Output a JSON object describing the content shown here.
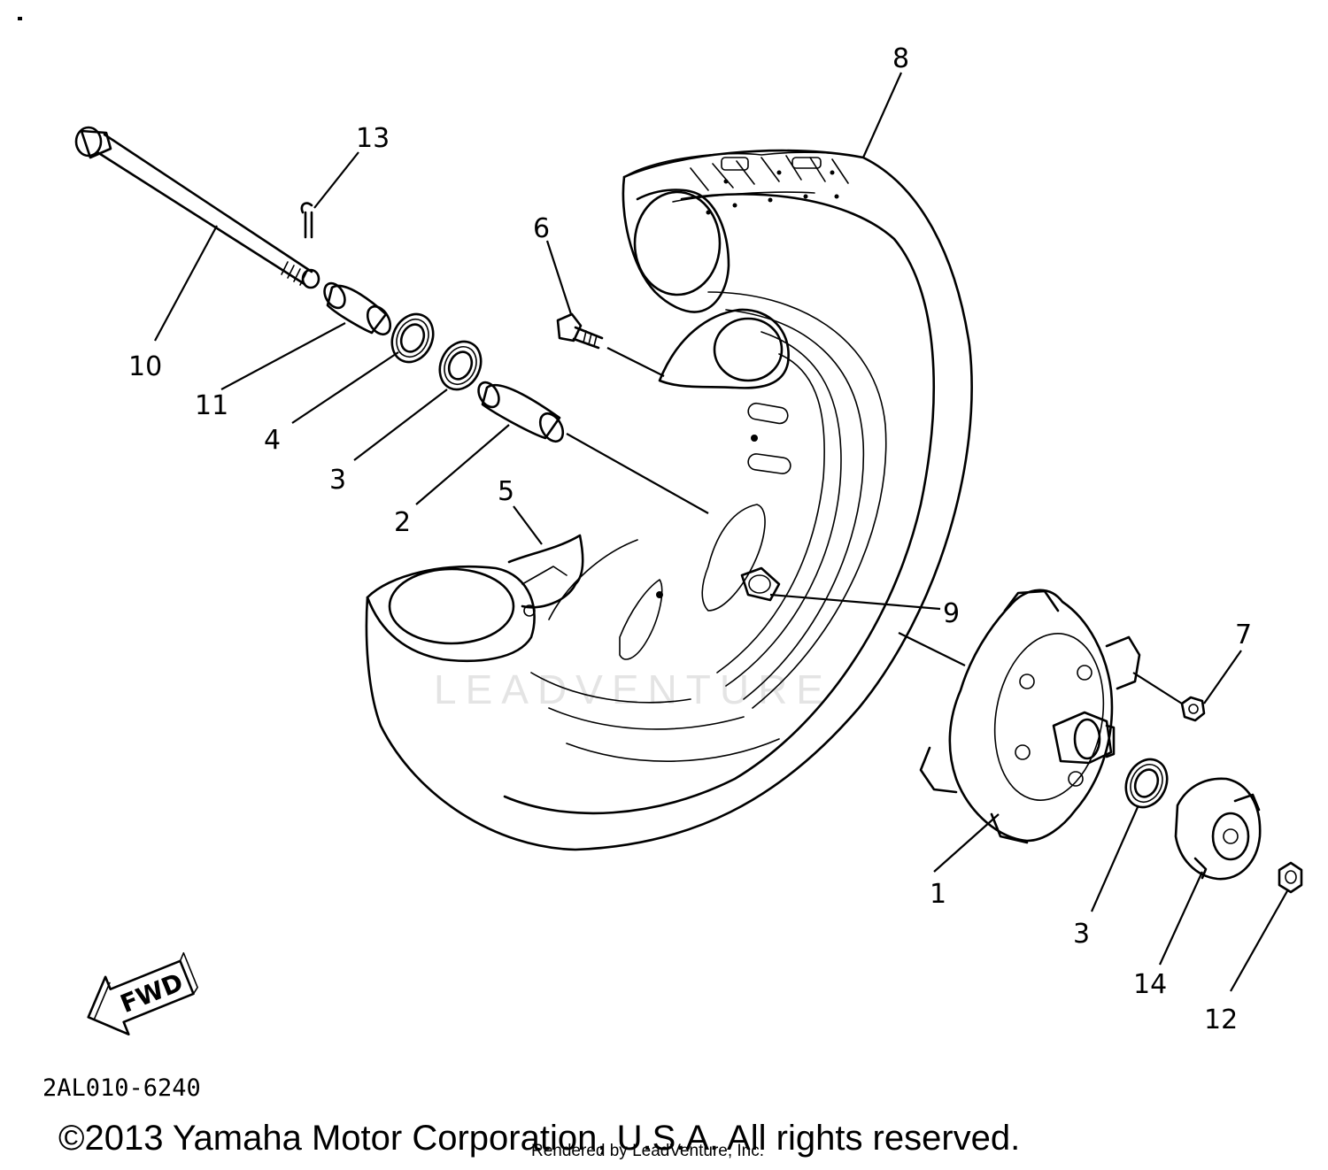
{
  "callouts": [
    "1",
    "2",
    "3",
    "4",
    "5",
    "6",
    "7",
    "8",
    "9",
    "10",
    "11",
    "12",
    "13",
    "14"
  ],
  "fwd_label": "FWD",
  "diagram_code": "2AL010-6240",
  "copyright": "©2013 Yamaha Motor Corporation, U.S.A. All rights reserved.",
  "rendered_by": "Rendered by LeadVenture, Inc.",
  "watermark": "LEADVENTURE"
}
